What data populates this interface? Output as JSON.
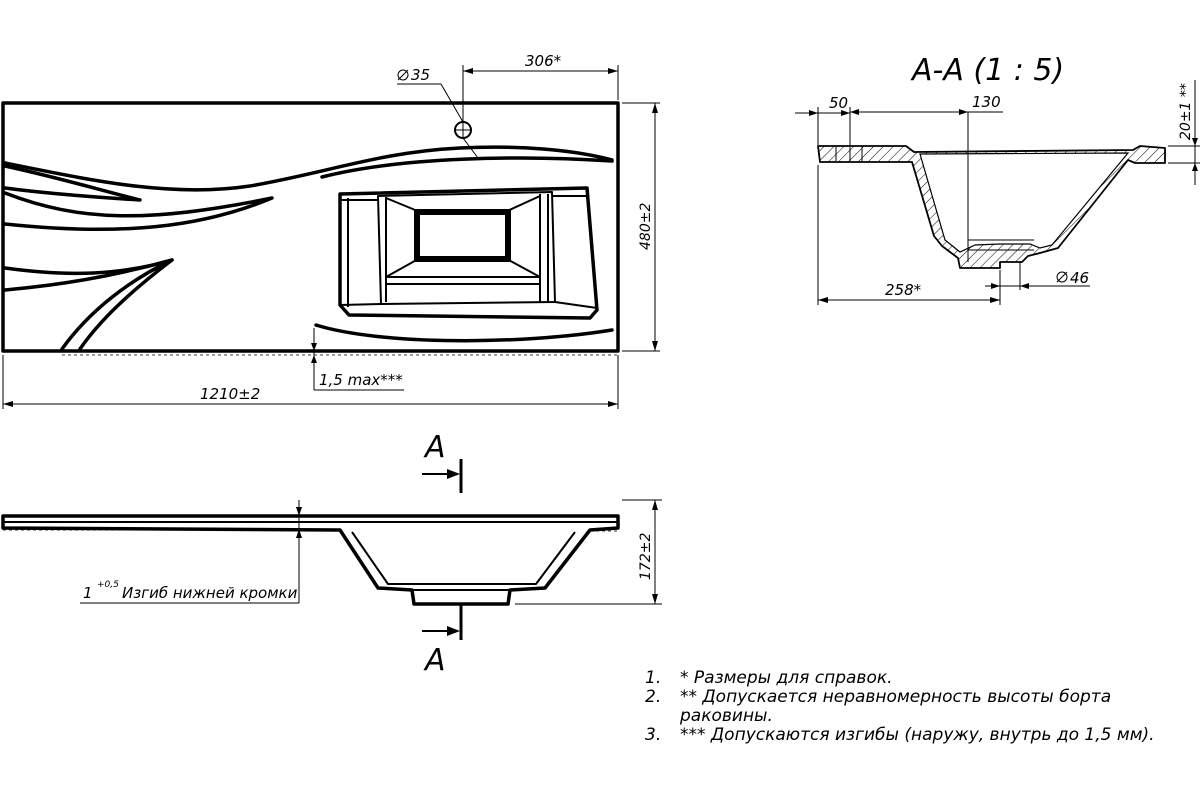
{
  "title": "A-A (1 : 5)",
  "dimensions": {
    "hole_diameter": "35",
    "hole_offset": "306*",
    "width": "480±2",
    "length": "1210±2",
    "front_gap": "1,5 max***",
    "section_rim": "50",
    "section_depth": "130",
    "section_rim_height": "20±1 **",
    "section_drain_offset": "258*",
    "drain_diameter": "46",
    "height": "172±2",
    "bend_label": "Изгиб нижней кромки",
    "bend_value": "1",
    "bend_tolerance": "+0,5"
  },
  "section_markers": {
    "top": "A",
    "bottom": "A"
  },
  "notes": [
    {
      "num": "1.",
      "text": "*  Размеры для справок."
    },
    {
      "num": "2.",
      "text": "** Допускается неравномерность высоты борта"
    },
    {
      "num": "",
      "text": "раковины."
    },
    {
      "num": "3.",
      "text": "*** Допускаются изгибы (наружу, внутрь до 1,5 мм)."
    }
  ],
  "symbols": {
    "diameter": "diameter-icon"
  }
}
